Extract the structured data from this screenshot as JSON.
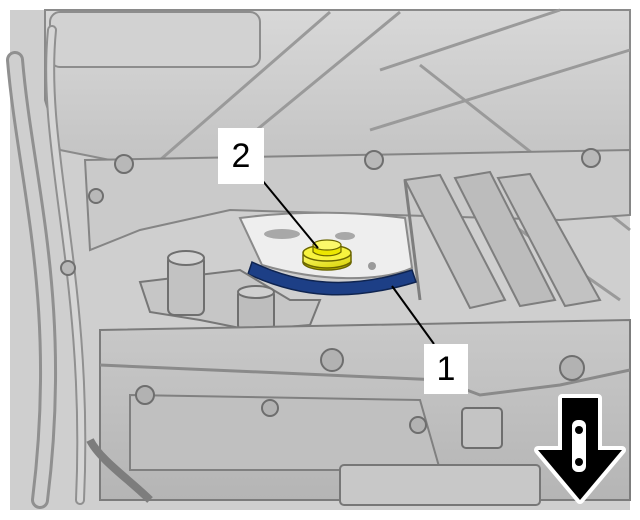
{
  "callouts": [
    {
      "label": "1",
      "part": "seal"
    },
    {
      "label": "2",
      "part": "fastener"
    }
  ],
  "icons": {
    "direction": "down-arrow-icon",
    "fastener": "hex-fastener-icon",
    "seal": "seal-strip-icon"
  },
  "colors": {
    "fastener": "#f2ee1e",
    "seal": "#1d3f86",
    "background": "#ffffff",
    "line": "#000000"
  }
}
